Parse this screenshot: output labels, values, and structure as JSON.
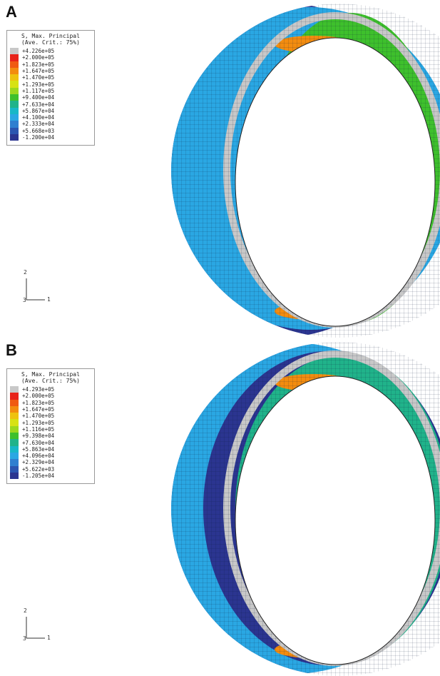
{
  "panels": [
    {
      "letter": "A",
      "legend": {
        "title_line1": "S, Max. Principal",
        "title_line2": "(Ave. Crit.: 75%)",
        "entries": [
          {
            "value": "+4.226e+05",
            "color": "#c8c8c8"
          },
          {
            "value": "+2.000e+05",
            "color": "#e8231a"
          },
          {
            "value": "+1.823e+05",
            "color": "#f05a12"
          },
          {
            "value": "+1.647e+05",
            "color": "#f38c0f"
          },
          {
            "value": "+1.470e+05",
            "color": "#eec20f"
          },
          {
            "value": "+1.293e+05",
            "color": "#d7e214"
          },
          {
            "value": "+1.117e+05",
            "color": "#9cd81e"
          },
          {
            "value": "+9.400e+04",
            "color": "#3ec02c"
          },
          {
            "value": "+7.633e+04",
            "color": "#20b38a"
          },
          {
            "value": "+5.867e+04",
            "color": "#18b7c7"
          },
          {
            "value": "+4.100e+04",
            "color": "#2aa7e3"
          },
          {
            "value": "+2.333e+04",
            "color": "#2f7fd0"
          },
          {
            "value": "+5.668e+03",
            "color": "#2b55b0"
          },
          {
            "value": "-1.200e+04",
            "color": "#2b3590"
          }
        ]
      },
      "axes": {
        "y_label": "2",
        "x_label": "1",
        "origin_label": "3"
      }
    },
    {
      "letter": "B",
      "legend": {
        "title_line1": "S, Max. Principal",
        "title_line2": "(Ave. Crit.: 75%)",
        "entries": [
          {
            "value": "+4.293e+05",
            "color": "#c8c8c8"
          },
          {
            "value": "+2.000e+05",
            "color": "#e8231a"
          },
          {
            "value": "+1.823e+05",
            "color": "#f05a12"
          },
          {
            "value": "+1.647e+05",
            "color": "#f38c0f"
          },
          {
            "value": "+1.470e+05",
            "color": "#eec20f"
          },
          {
            "value": "+1.293e+05",
            "color": "#d7e214"
          },
          {
            "value": "+1.116e+05",
            "color": "#9cd81e"
          },
          {
            "value": "+9.398e+04",
            "color": "#3ec02c"
          },
          {
            "value": "+7.630e+04",
            "color": "#20b38a"
          },
          {
            "value": "+5.863e+04",
            "color": "#18b7c7"
          },
          {
            "value": "+4.096e+04",
            "color": "#2aa7e3"
          },
          {
            "value": "+2.329e+04",
            "color": "#2f7fd0"
          },
          {
            "value": "+5.622e+03",
            "color": "#2b55b0"
          },
          {
            "value": "-1.205e+04",
            "color": "#2b3590"
          }
        ]
      },
      "axes": {
        "y_label": "2",
        "x_label": "1",
        "origin_label": "3"
      }
    }
  ]
}
